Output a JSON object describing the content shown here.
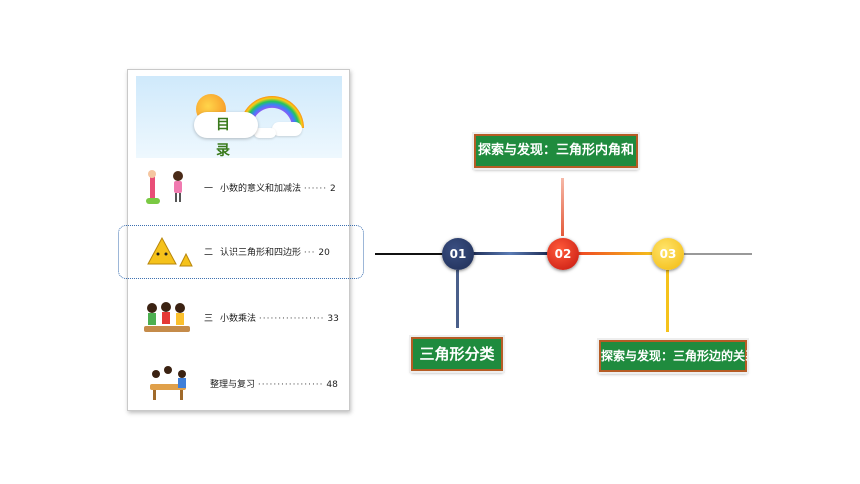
{
  "toc": {
    "title": "目 录",
    "rows": [
      {
        "num": "一",
        "text": "小数的意义和加减法",
        "dots": "······",
        "page": "2"
      },
      {
        "num": "二",
        "text": "认识三角形和四边形",
        "dots": "···",
        "page": "20"
      },
      {
        "num": "三",
        "text": "小数乘法",
        "dots": "·················",
        "page": "33"
      },
      {
        "num": "",
        "text": "整理与复习",
        "dots": "·················",
        "page": "48"
      }
    ]
  },
  "timeline": {
    "nodes": [
      {
        "label": "01",
        "color": "#1e2d55"
      },
      {
        "label": "02",
        "color": "#d41f1f"
      },
      {
        "label": "03",
        "color": "#f5c21b"
      }
    ],
    "topics": {
      "t01": "三角形分类",
      "t02": "探索与发现：三角形内角和",
      "t03": "探索与发现：三角形边的关系"
    }
  }
}
